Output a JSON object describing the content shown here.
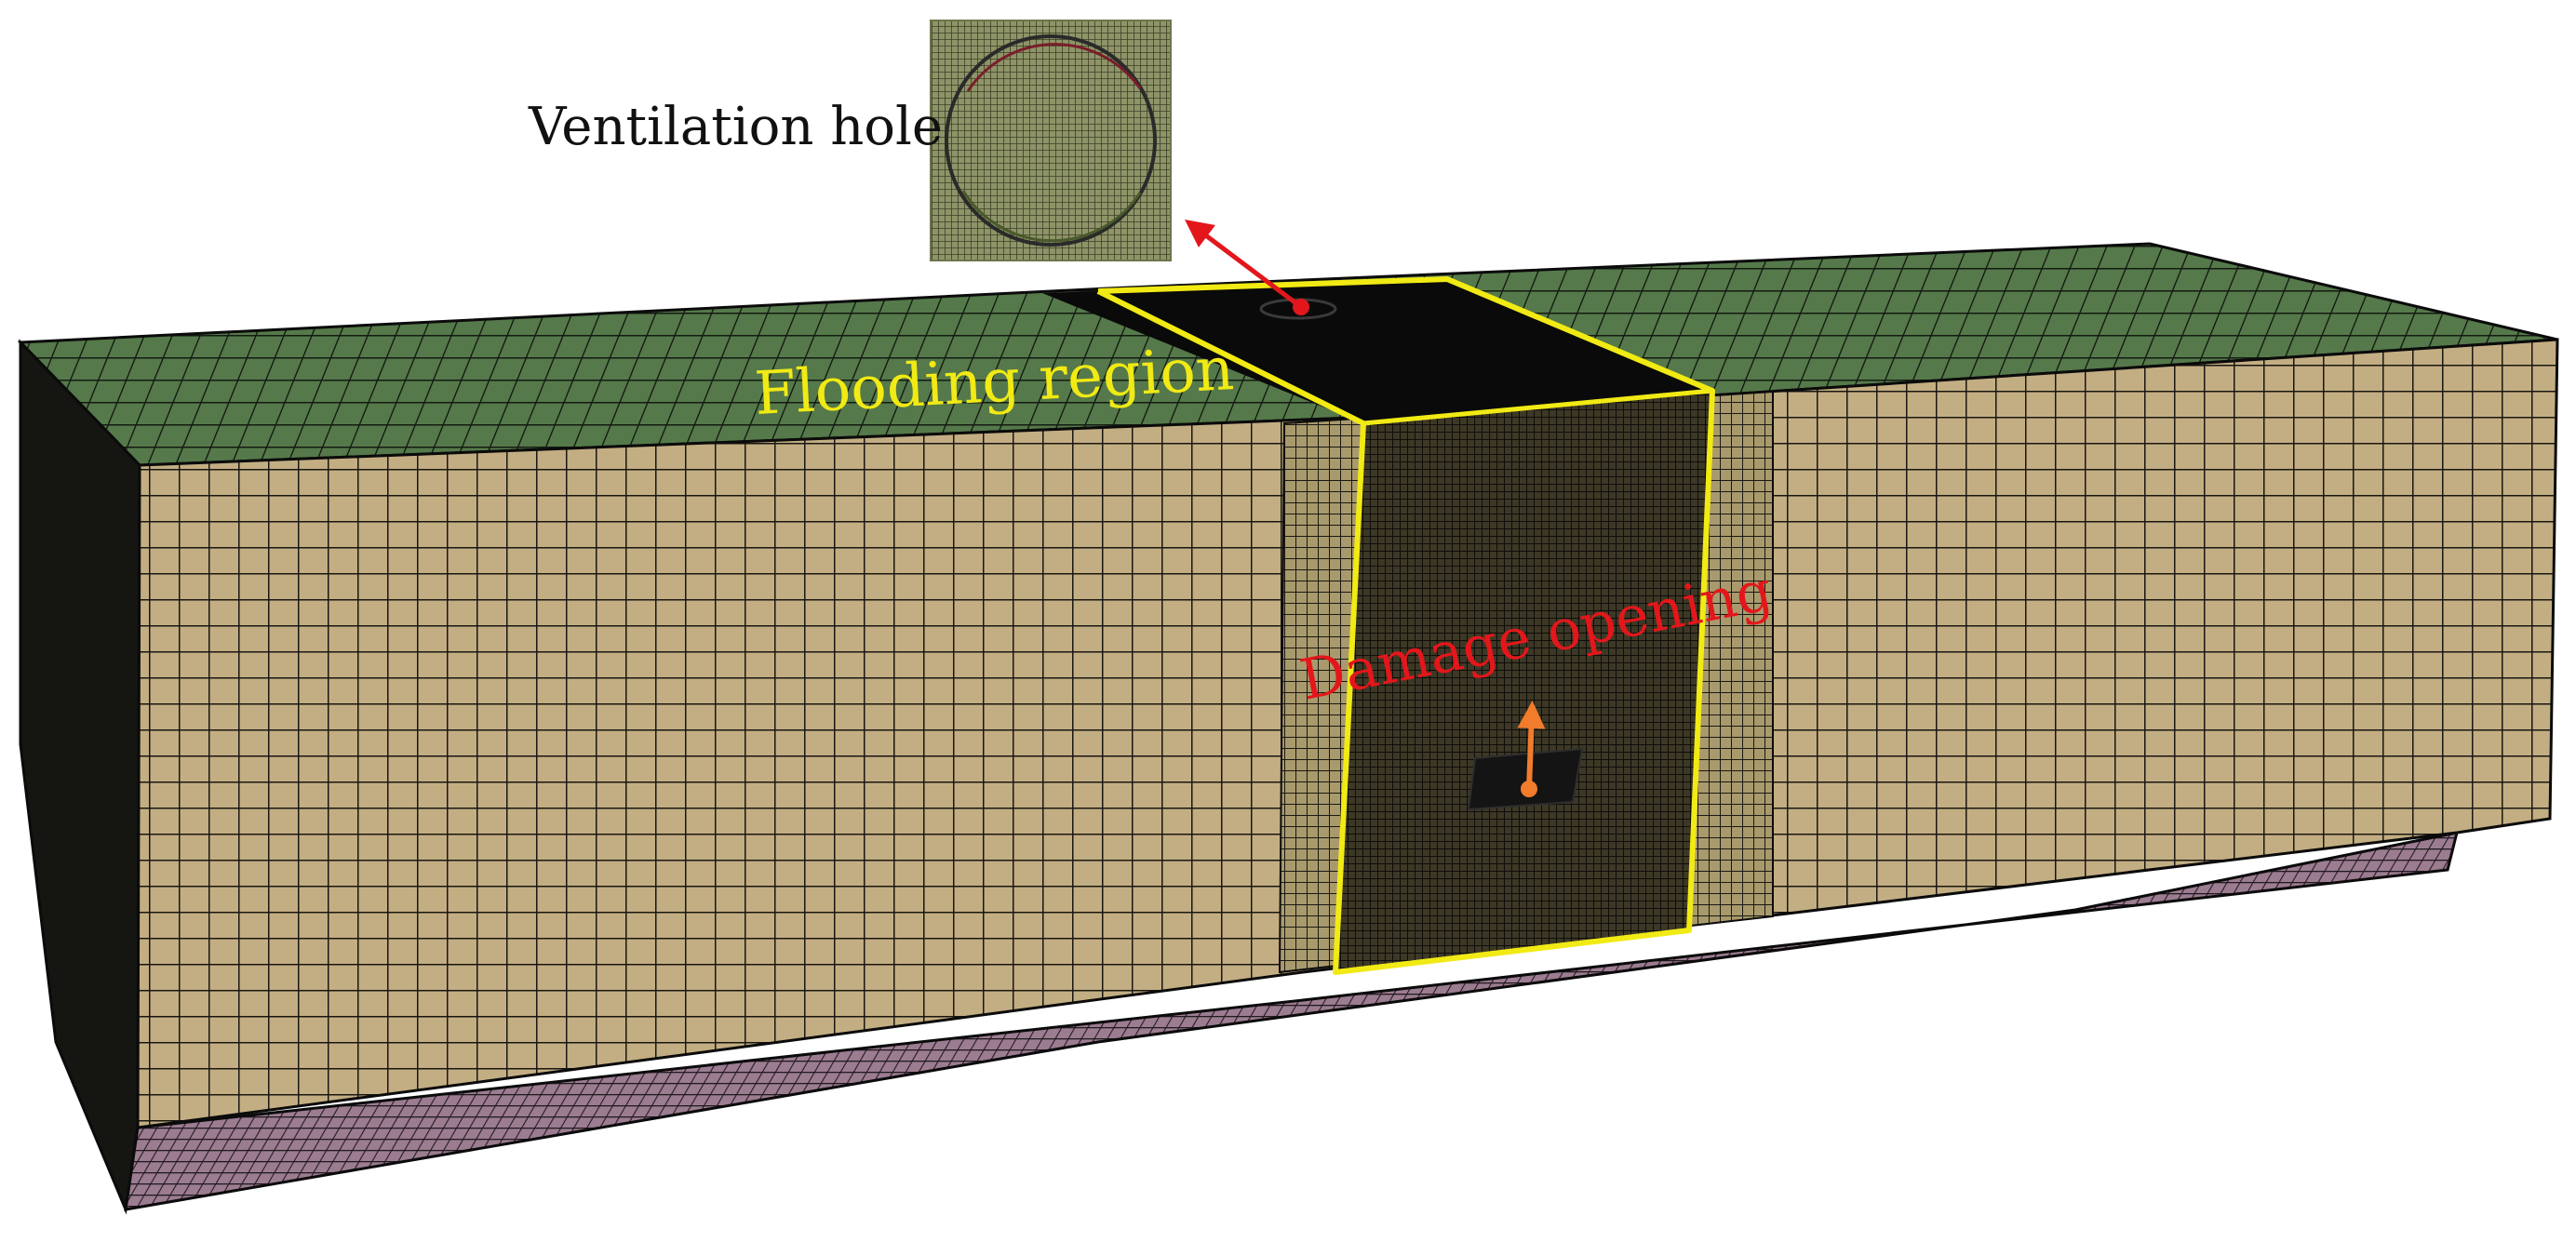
{
  "labels": {
    "ventilation_hole": "Ventilation hole",
    "flooding_region": "Flooding region",
    "damage_opening": "Damage opening"
  },
  "colors": {
    "top_face": "#55794a",
    "side_face": "#c3ae83",
    "bottom_face": "#9c7c91",
    "end_face": "#151512",
    "flooding_outline": "#f1ea14",
    "flooding_text": "#f1ea14",
    "damage_text": "#e3171b",
    "leader_arrow": "#e3171b",
    "flow_arrow": "#f07c2c",
    "inset_mesh": "#8e9468"
  }
}
